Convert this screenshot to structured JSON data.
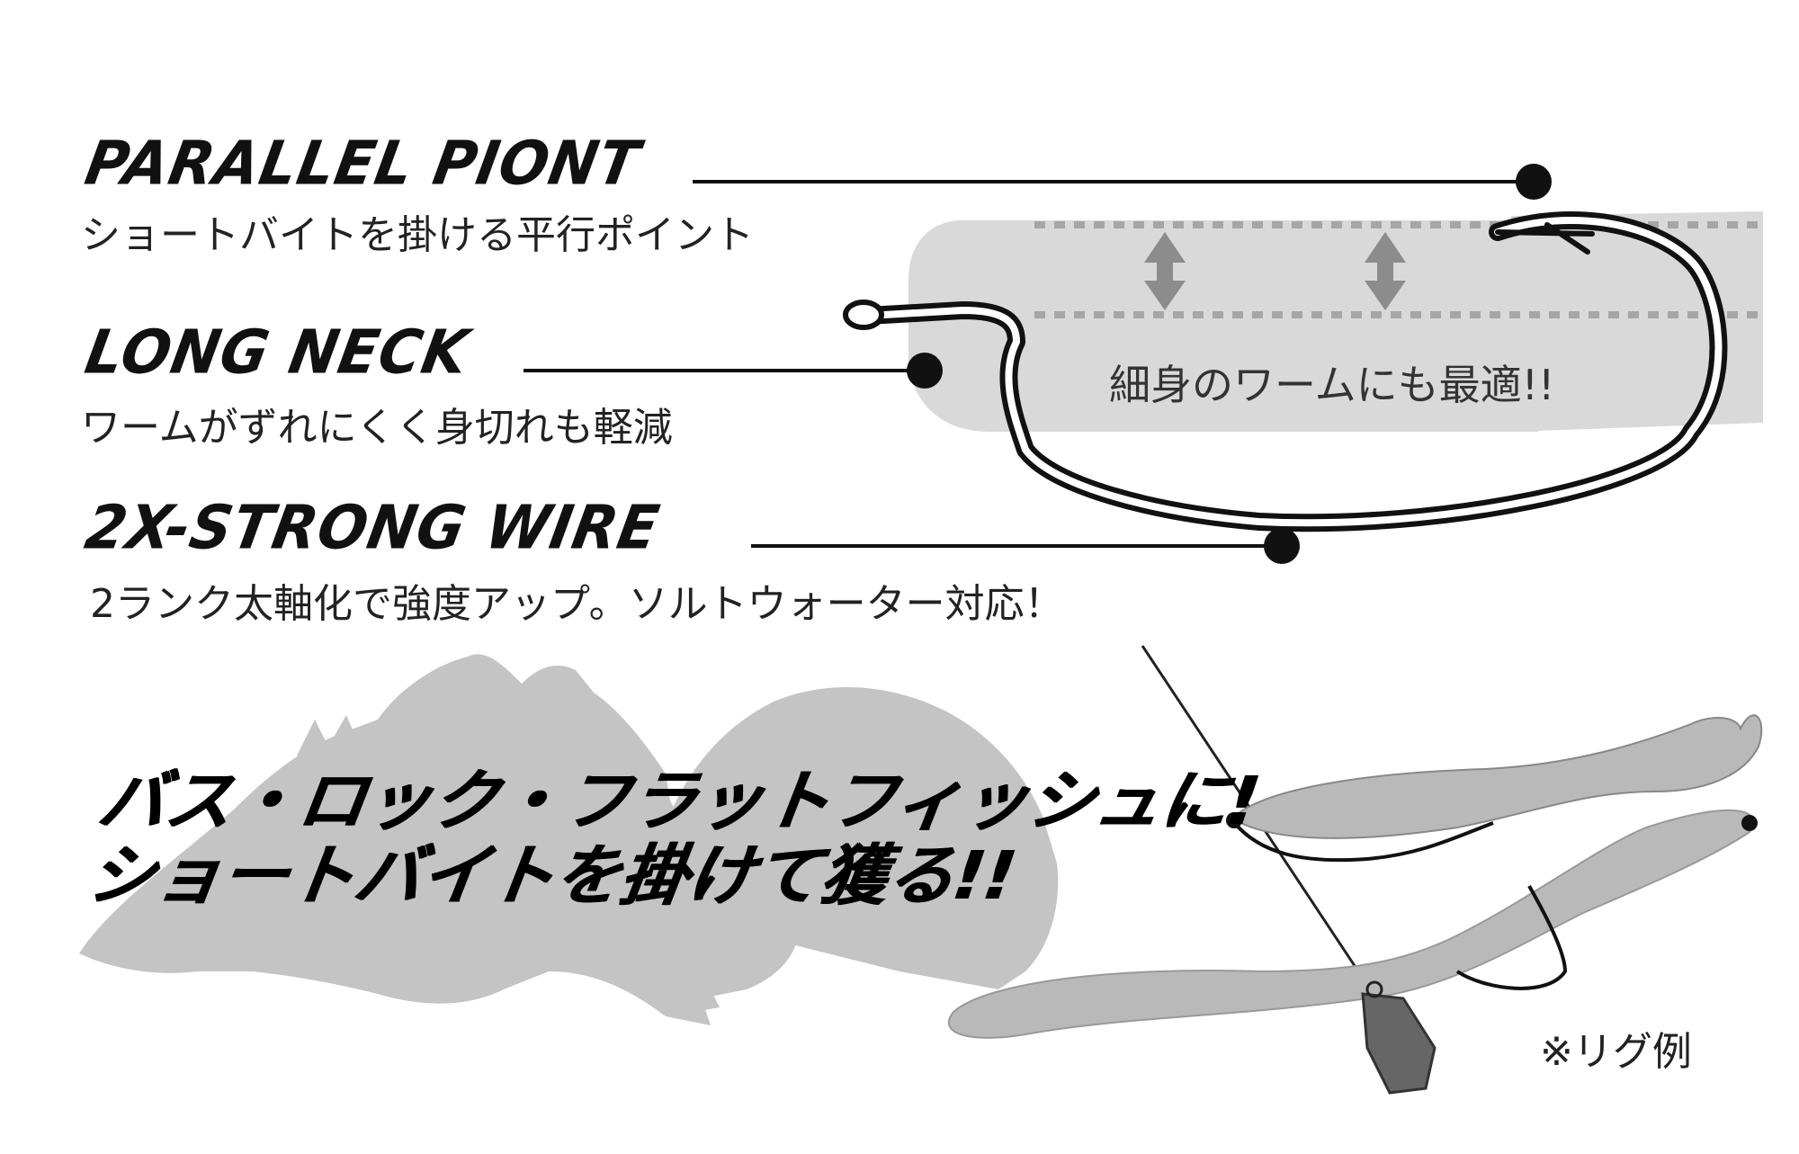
{
  "features": [
    {
      "title": "PARALLEL PIONT",
      "description": "ショートバイトを掛ける平行ポイント"
    },
    {
      "title": "LONG NECK",
      "description": "ワームがずれにくく身切れも軽減"
    },
    {
      "title": "2X-STRONG WIRE",
      "description": "2ランク太軸化で強度アップ。ソルトウォーター対応！"
    }
  ],
  "worm_label": "細身のワームにも最適!!",
  "headline": {
    "line1": "バス・ロック・フラットフィッシュに!",
    "line2": "ショートバイトを掛けて獲る!!"
  },
  "rig_note": "※リグ例",
  "colors": {
    "text": "#111111",
    "worm_gray": "#d9d9d9",
    "fish_gray": "#c4c4c4",
    "dashed_line": "#a6a6a6",
    "arrow_gray": "#8c8c8c",
    "sinker_gray": "#666666"
  }
}
